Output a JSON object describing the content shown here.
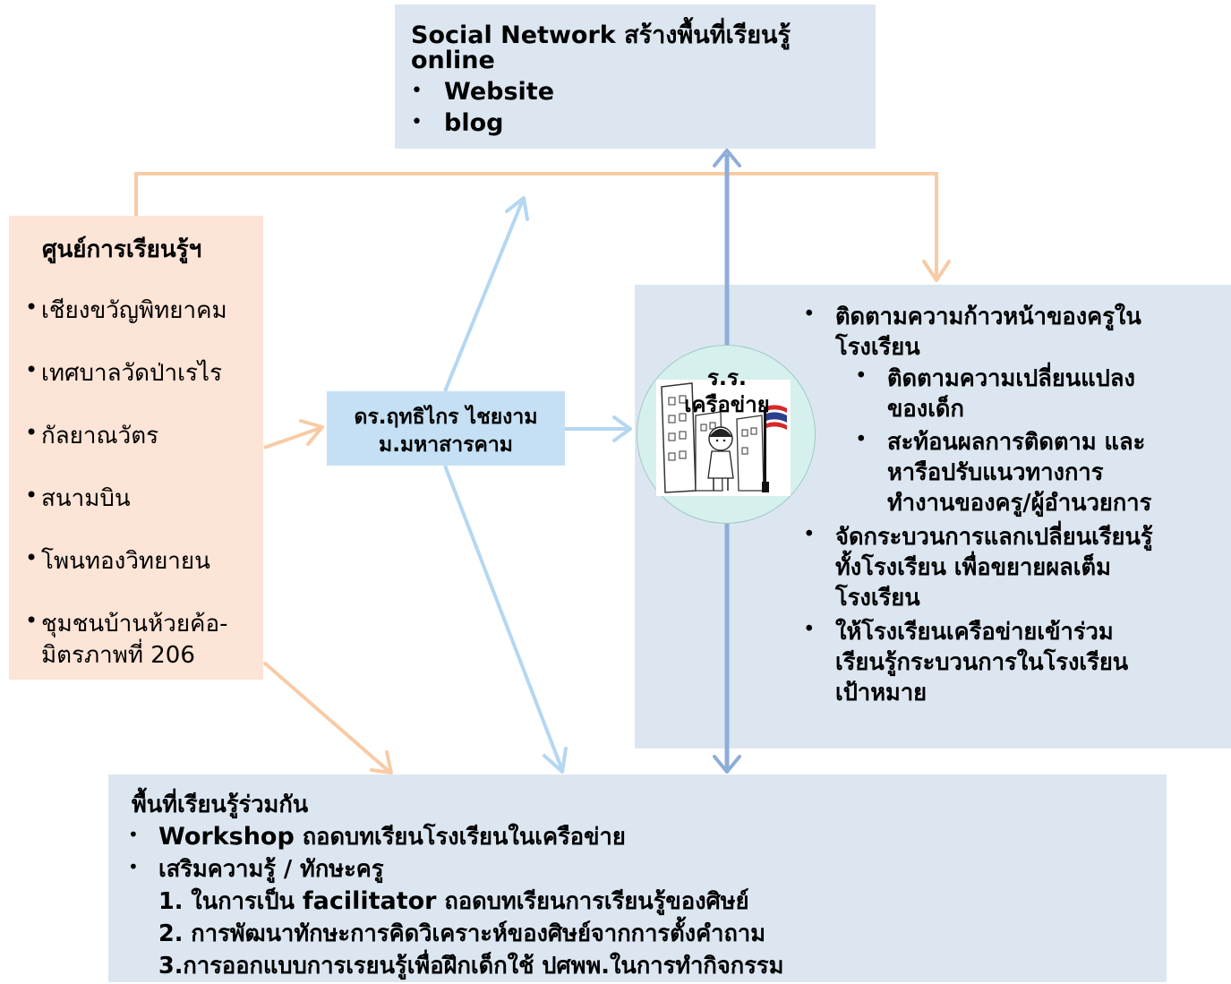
{
  "social": {
    "title_bold": "Social Network",
    "title_rest": " สร้างพื้นที่เรียนรู้",
    "title_line2": "online",
    "items": [
      "Website",
      "blog"
    ]
  },
  "centers": {
    "title": "ศูนย์การเรียนรู้ฯ",
    "items": [
      "เชียงขวัญพิทยาคม",
      "เทศบาลวัดป่าเรไร",
      "กัลยาณวัตร",
      "สนามบิน",
      "โพนทองวิทยายน",
      "ชุมชนบ้านห้วยค้อ-",
      "มิตรภาพที่ 206"
    ]
  },
  "dr": {
    "line1": "ดร.ฤทธิไกร ไชยงาม",
    "line2": "ม.มหาสารคาม"
  },
  "school": {
    "line1": "ร.ร.",
    "line2": "เครือข่าย"
  },
  "network": {
    "b1_l1": "ติดตามความก้าวหน้าของครูใน",
    "b1_l2": "โรงเรียน",
    "s1_l1": "ติดตามความเปลี่ยนแปลง",
    "s1_l2": "ของเด็ก",
    "s2_l1": "สะท้อนผลการติดตาม และ",
    "s2_l2": "หารือปรับแนวทางการ",
    "s2_l3": "ทำงานของครู/ผู้อำนวยการ",
    "b2_l1": "จัดกระบวนการแลกเปลี่ยนเรียนรู้",
    "b2_l2": "ทั้งโรงเรียน เพื่อขยายผลเต็ม",
    "b2_l3": "โรงเรียน",
    "b3_l1": "ให้โรงเรียนเครือข่ายเข้าร่วม",
    "b3_l2": "เรียนรู้กระบวนการในโรงเรียน",
    "b3_l3": "เป้าหมาย"
  },
  "shared": {
    "title": "พื้นที่เรียนรู้ร่วมกัน",
    "b1_bold": "Workshop",
    "b1_rest": " ถอดบทเรียนโรงเรียนในเครือข่าย",
    "b2": "เสริมความรู้ / ทักษะครู",
    "n1_pre": "1. ในการเป็น ",
    "n1_bold": "facilitator",
    "n1_post": " ถอดบทเรียนการเรียนรู้ของศิษย์",
    "n2": "2. การพัฒนาทักษะการคิดวิเคราะห์ของศิษย์จากการตั้งคำถาม",
    "n3": "3.การออกแบบการเรยนรู้เพื่อฝึกเด็กใช้ ปศพพ.ในการทำกิจกรรม"
  },
  "bullet": "•",
  "colors": {
    "peach_arrow": "#f8cba6",
    "light_blue_arrow": "#b4d7f2",
    "steel_blue_arrow": "#8eadd8"
  }
}
